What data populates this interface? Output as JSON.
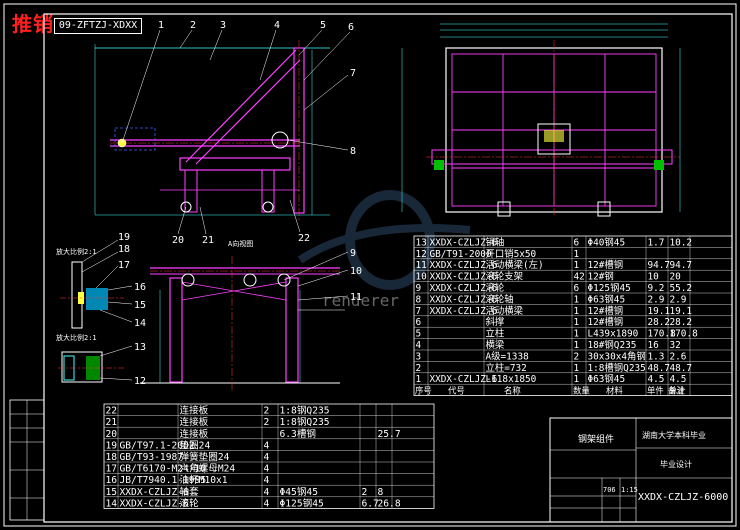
{
  "badge": "推销",
  "drawing_number_top": "09-ZFTZJ-XDXX",
  "callouts": {
    "c1": "1",
    "c2": "2",
    "c3": "3",
    "c4": "4",
    "c5": "5",
    "c6": "6",
    "c7": "7",
    "c8": "8",
    "c9": "9",
    "c10": "10",
    "c11": "11",
    "c12": "12",
    "c13": "13",
    "c14": "14",
    "c15": "15",
    "c16": "16",
    "c17": "17",
    "c18": "18",
    "c19": "19",
    "c20": "20",
    "c21": "21",
    "c22": "22"
  },
  "view_labels": {
    "detail_a": "放大比例2:1",
    "detail_b": "放大比例2:1",
    "section": "A向视图"
  },
  "bom_upper": [
    {
      "no": "13",
      "code": "XXDX-CZLJZ-6",
      "name": "销轴",
      "qty": "6",
      "mat": "Φ40钢45",
      "w1": "1.7",
      "w2": "10.2"
    },
    {
      "no": "12",
      "code": "GB/T91-2000",
      "name": "开口销5x50",
      "qty": "1",
      "mat": "",
      "w1": "",
      "w2": ""
    },
    {
      "no": "11",
      "code": "XXDX-CZLJZ-6",
      "name": "活动横梁(左)",
      "qty": "1",
      "mat": "12#槽钢",
      "w1": "94.7",
      "w2": "94.7"
    },
    {
      "no": "10",
      "code": "XXDX-CZLJZ-6",
      "name": "滚轮支架",
      "qty": "42",
      "mat": "12#钢",
      "w1": "10",
      "w2": "20"
    },
    {
      "no": "9",
      "code": "XXDX-CZLJZ-6",
      "name": "滚轮",
      "qty": "6",
      "mat": "Φ125钢45",
      "w1": "9.2",
      "w2": "55.2"
    },
    {
      "no": "8",
      "code": "XXDX-CZLJZ-6",
      "name": "滚轮轴",
      "qty": "1",
      "mat": "Φ63钢45",
      "w1": "2.9",
      "w2": "2.9"
    },
    {
      "no": "7",
      "code": "XXDX-CZLJZ-6",
      "name": "活动横梁",
      "qty": "1",
      "mat": "12#槽钢",
      "w1": "19.1",
      "w2": "19.1"
    },
    {
      "no": "6",
      "code": "",
      "name": "斜撑",
      "qty": "1",
      "mat": "12#槽钢",
      "w1": "28.2",
      "w2": "28.2"
    },
    {
      "no": "5",
      "code": "",
      "name": "立柱",
      "qty": "1",
      "mat": "L439x1890",
      "w1": "170.8",
      "w2": "170.8"
    },
    {
      "no": "4",
      "code": "",
      "name": "横梁",
      "qty": "1",
      "mat": "18#钢Q235",
      "w1": "16",
      "w2": "32"
    },
    {
      "no": "3",
      "code": "",
      "name": "A级=1338",
      "qty": "2",
      "mat": "30x30x4角钢",
      "w1": "1.3",
      "w2": "2.6"
    },
    {
      "no": "2",
      "code": "",
      "name": "立柱=732",
      "qty": "1",
      "mat": "1:8槽钢Q235",
      "w1": "48.7",
      "w2": "48.7"
    },
    {
      "no": "1",
      "code": "XXDX-CZLJZ-6",
      "name": "L118x1850",
      "qty": "1",
      "mat": "Φ63钢45",
      "w1": "4.5",
      "w2": "4.5"
    }
  ],
  "bom_upper_header": {
    "no": "序号",
    "code": "代号",
    "name": "名称",
    "qty": "数量",
    "mat": "材料",
    "w": "单件 总计",
    "note": "备注"
  },
  "bom_lower": [
    {
      "no": "22",
      "code": "",
      "name": "连接板",
      "qty": "2",
      "mat": "1:8钢Q235",
      "w1": "",
      "w2": ""
    },
    {
      "no": "21",
      "code": "",
      "name": "连接板",
      "qty": "2",
      "mat": "1:8钢Q235",
      "w1": "",
      "w2": ""
    },
    {
      "no": "20",
      "code": "",
      "name": "连接板",
      "qty": "",
      "mat": "6.3槽钢",
      "w1": "",
      "w2": "25.7"
    },
    {
      "no": "19",
      "code": "GB/T97.1-2002",
      "name": "垫圈24",
      "qty": "4",
      "mat": "",
      "w1": "",
      "w2": ""
    },
    {
      "no": "18",
      "code": "GB/T93-1987",
      "name": "弹簧垫圈24",
      "qty": "4",
      "mat": "",
      "w1": "",
      "w2": ""
    },
    {
      "no": "17",
      "code": "GB/T6170-M24-10",
      "name": "六角螺母M24",
      "qty": "4",
      "mat": "",
      "w1": "",
      "w2": ""
    },
    {
      "no": "16",
      "code": "JB/T7940.1-1995",
      "name": "油杯M10x1",
      "qty": "4",
      "mat": "",
      "w1": "",
      "w2": ""
    },
    {
      "no": "15",
      "code": "XXDX-CZLJZ-6",
      "name": "轴套",
      "qty": "4",
      "mat": "Φ45钢45",
      "w1": "2",
      "w2": "8"
    },
    {
      "no": "14",
      "code": "XXDX-CZLJZ-6",
      "name": "滚轮",
      "qty": "4",
      "mat": "Φ125钢45",
      "w1": "6.7",
      "w2": "26.8"
    }
  ],
  "title_block": {
    "part_name": "钢架组件",
    "school": "湖南大学本科毕业",
    "doc_type": "毕业设计",
    "weight": "706",
    "scale": "1:15",
    "drawing_number": "XXDX-CZLJZ-6000"
  },
  "watermark": "renderer",
  "colors": {
    "background": "#000000",
    "outline": "#ffffff",
    "structure": "#ff40ff",
    "dimension": "#40ffff",
    "centerline": "#ff3030",
    "hidden": "#4060ff",
    "badge": "#ff2020",
    "hatch": "#00c000"
  }
}
